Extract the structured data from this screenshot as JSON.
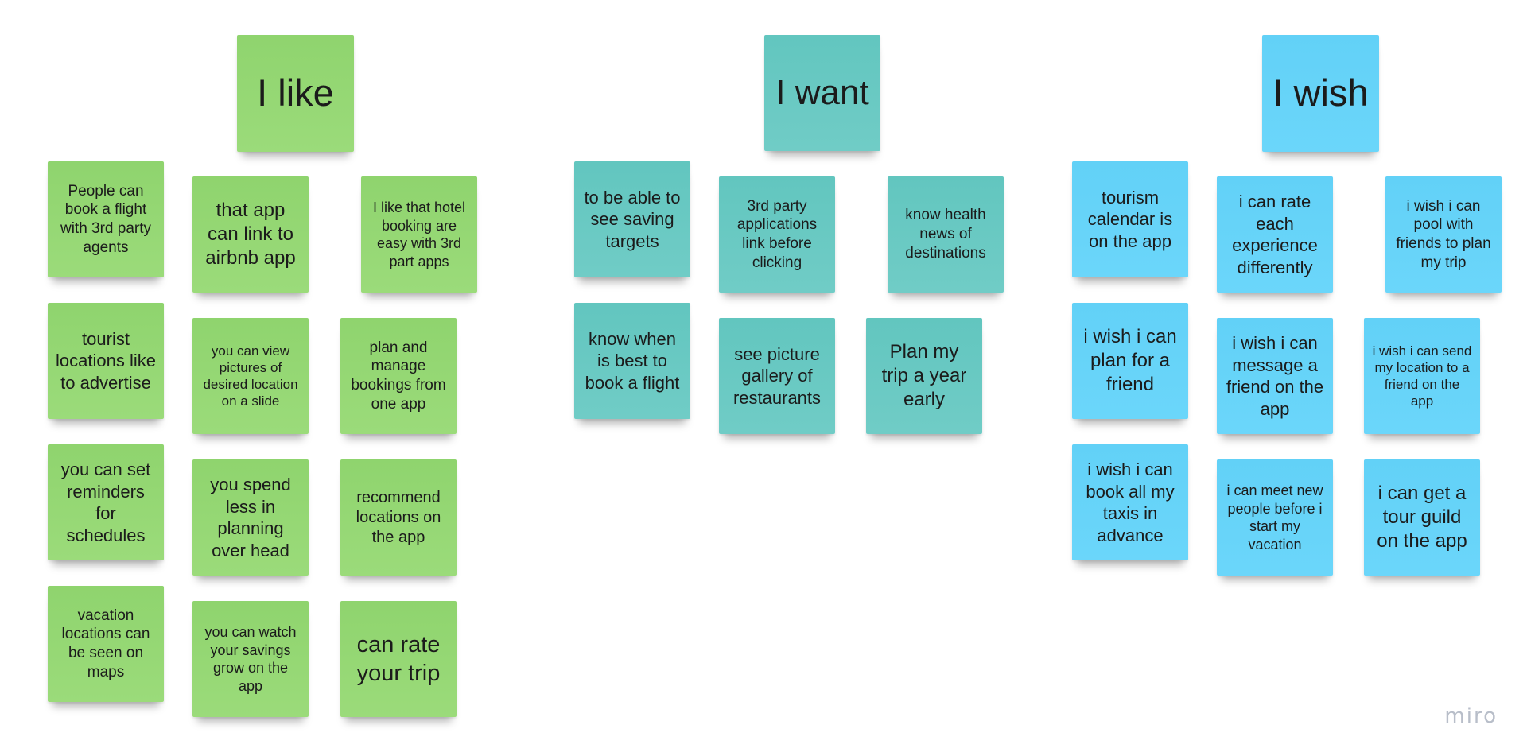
{
  "app": {
    "logo": "miro"
  },
  "colors": {
    "like": "#94d672",
    "want": "#67c9c2",
    "wish": "#66d4f8"
  },
  "columns": [
    {
      "key": "like",
      "header": "I like",
      "notes": [
        "People can book a flight with 3rd party agents",
        "that app can link to airbnb app",
        "I like that hotel booking are easy with 3rd part apps",
        "tourist locations like to advertise",
        "you can view pictures of desired location on a slide",
        "plan and manage bookings from one app",
        "you can set reminders for schedules",
        "you spend less in planning over head",
        "recommend locations on the app",
        "vacation locations can be seen on maps",
        "you can watch your savings grow on the app",
        "can rate your trip"
      ]
    },
    {
      "key": "want",
      "header": "I want",
      "notes": [
        "to be able to see saving targets",
        "3rd party applications link before clicking",
        "know health news of destinations",
        "know when is best to book a flight",
        "see picture gallery of restaurants",
        "Plan my trip a year early"
      ]
    },
    {
      "key": "wish",
      "header": "I wish",
      "notes": [
        "tourism calendar is on the app",
        "i can rate each experience differently",
        "i wish i can pool with friends to plan my trip",
        "i wish i can plan for a friend",
        "i wish i can message a friend on the app",
        "i wish i can send my location to a friend on the app",
        "i wish i can book all my taxis in advance",
        "i can meet new people before i start my vacation",
        "i can get a tour guild on the app"
      ]
    }
  ]
}
